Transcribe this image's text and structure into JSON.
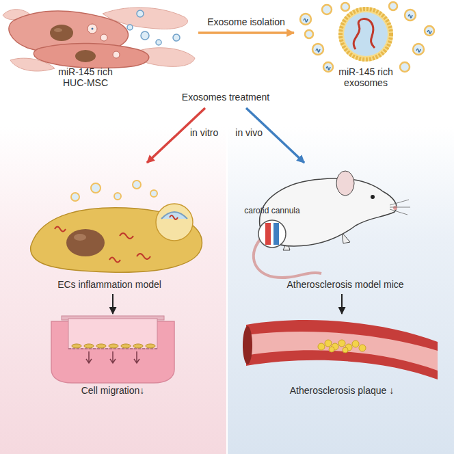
{
  "diagram": {
    "nodes": [
      {
        "text": [
          "miR-145 rich HUC-MSC"
        ]
      },
      {
        "text": [
          "miR-145 rich exosomes"
        ]
      },
      {
        "text": [
          "Exosomes treatment"
        ]
      },
      {
        "text": [
          "ECs inflammation model"
        ]
      },
      {
        "text": [
          "Cell migration↓"
        ]
      },
      {
        "text": [
          "carotid cannula",
          "Atherosclerosis model mice"
        ]
      },
      {
        "text": [
          "Atherosclerosis plaque ↓"
        ]
      }
    ],
    "edges": [
      {
        "from": 0,
        "to": 1,
        "label": "Exosome isolation",
        "arrow": "to"
      },
      {
        "from": 2,
        "to": 3,
        "label": "in vitro",
        "arrow": "to"
      },
      {
        "from": 2,
        "to": 5,
        "label": "in vivo",
        "arrow": "to"
      },
      {
        "from": 3,
        "to": 4,
        "arrow": "to"
      },
      {
        "from": 5,
        "to": 6,
        "arrow": "to"
      }
    ]
  }
}
